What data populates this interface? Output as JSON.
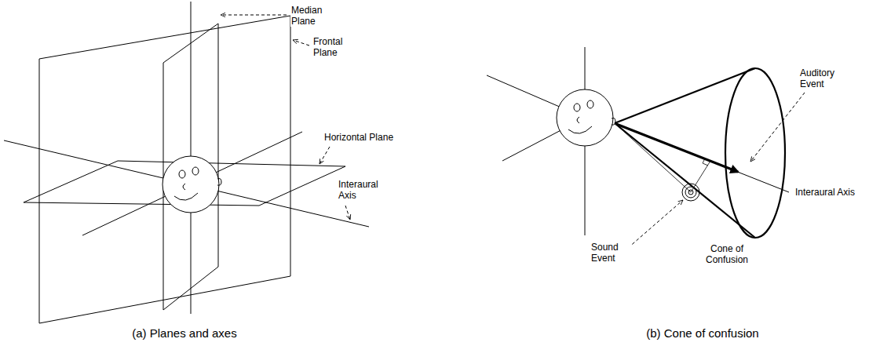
{
  "diagram": {
    "labels": [
      "Median Plane",
      "Frontal Plane",
      "Horizontal Plane",
      "Interaural Axis",
      "(a) Planes and axes",
      "Auditory Event",
      "Interaural Axis",
      "Sound Event",
      "Cone of Confusion",
      "(b) Cone of confusion"
    ]
  }
}
